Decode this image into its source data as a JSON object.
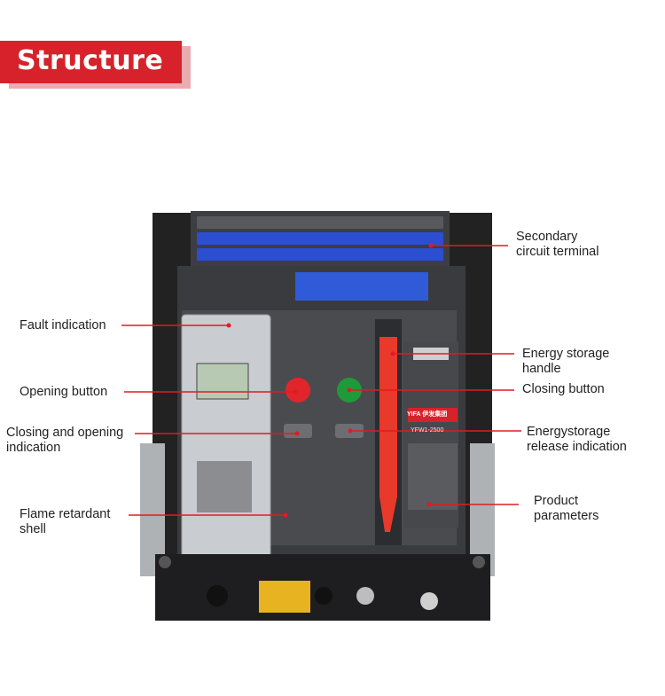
{
  "title": "Structure",
  "labels": {
    "secondary_terminal_1": "Secondary",
    "secondary_terminal_2": "circuit terminal",
    "fault_indication": "Fault indication",
    "energy_handle_1": "Energy storage",
    "energy_handle_2": "handle",
    "opening_button": "Opening button",
    "closing_button": "Closing button",
    "closing_opening_1": "Closing and opening",
    "closing_opening_2": "indication",
    "energy_release_1": "Energystorage",
    "energy_release_2": "release indication",
    "flame_shell_1": "Flame retardant",
    "flame_shell_2": "shell",
    "product_params_1": "Product",
    "product_params_2": "parameters"
  },
  "device": {
    "brand": "YIFA 伊发集团",
    "model": "YFW1-2500"
  },
  "colors": {
    "accent": "#d7222b",
    "leader": "#e01b24",
    "handle": "#e8392b",
    "opening_btn": "#e1262b",
    "closing_btn": "#1f9a3a",
    "terminal_blue": "#2b4fd0"
  }
}
